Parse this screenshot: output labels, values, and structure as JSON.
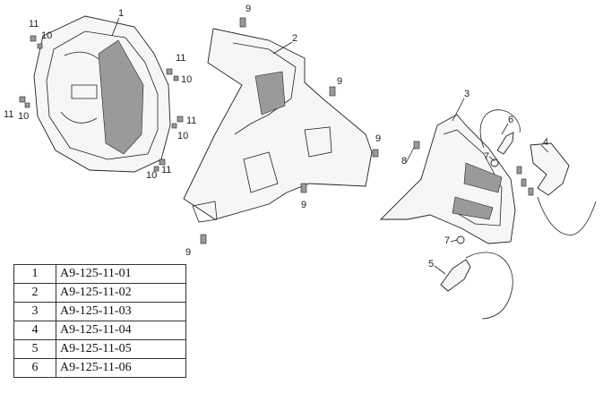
{
  "callouts": {
    "c1": "1",
    "c2": "2",
    "c3": "3",
    "c4": "4",
    "c5": "5",
    "c6": "6",
    "c7a": "7",
    "c7b": "7",
    "c8": "8",
    "c9a": "9",
    "c9b": "9",
    "c9c": "9",
    "c9d": "9",
    "c9e": "9",
    "c10a": "10",
    "c10b": "10",
    "c10c": "10",
    "c10d": "10",
    "c10e": "10",
    "c11a": "11",
    "c11b": "11",
    "c11c": "11",
    "c11d": "11",
    "c11e": "11"
  },
  "parts_table": [
    {
      "num": "1",
      "code": "A9-125-11-01"
    },
    {
      "num": "2",
      "code": "A9-125-11-02"
    },
    {
      "num": "3",
      "code": "A9-125-11-03"
    },
    {
      "num": "4",
      "code": "A9-125-11-04"
    },
    {
      "num": "5",
      "code": "A9-125-11-05"
    },
    {
      "num": "6",
      "code": "A9-125-11-06"
    }
  ]
}
